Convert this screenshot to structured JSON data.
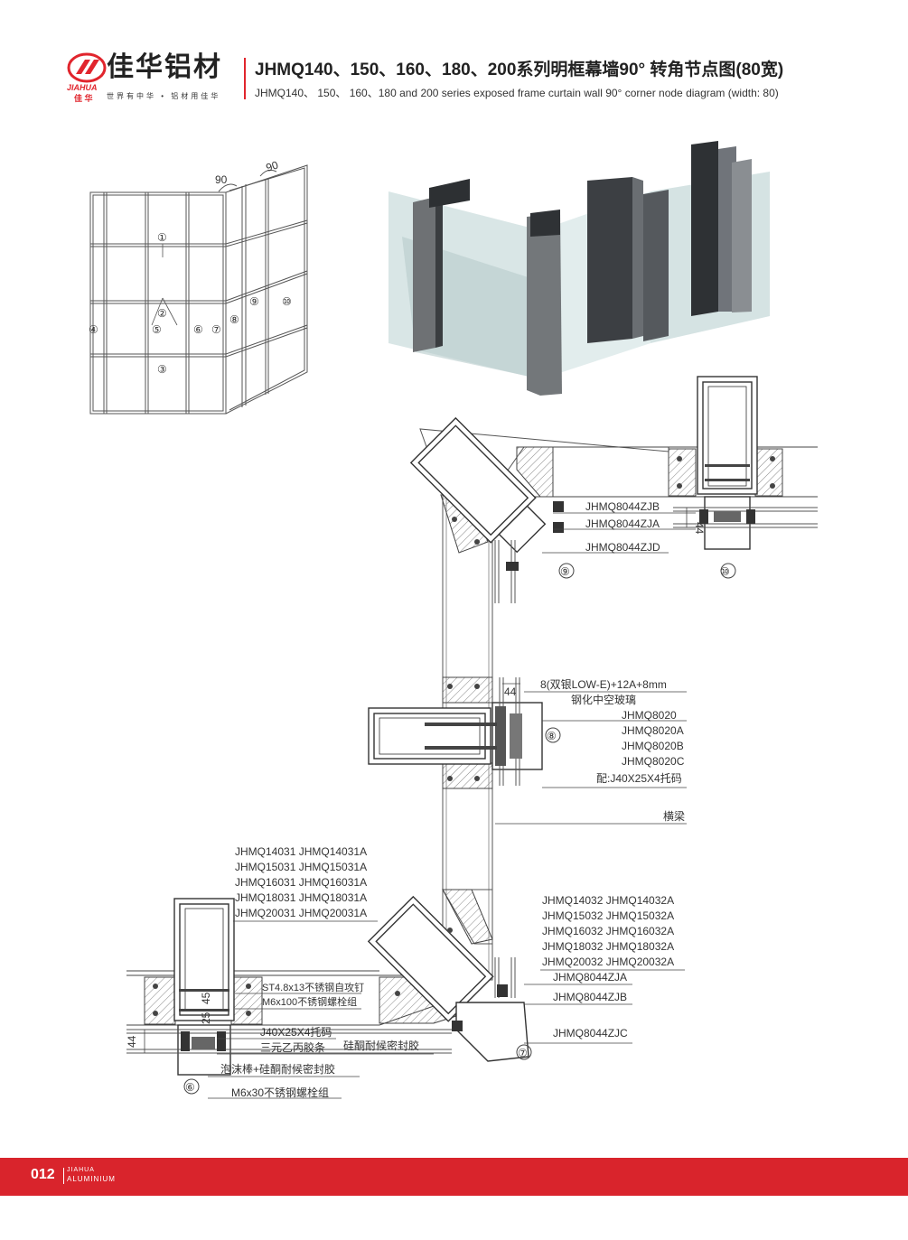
{
  "header": {
    "logo_cn": "佳华铝材",
    "logo_en": "JIAHUA",
    "logo_cn_small": "佳 华",
    "slogan": "世界有中华 • 铝材用佳华",
    "title_cn": "JHMQ140、150、160、180、200系列明框幕墙90° 转角节点图(80宽)",
    "title_en": "JHMQ140、 150、 160、180 and 200 series exposed frame curtain wall 90°   corner node diagram (width: 80)"
  },
  "elevation": {
    "angle_labels": [
      "90",
      "90"
    ],
    "markers": [
      "①",
      "②",
      "③",
      "④",
      "⑤",
      "⑥",
      "⑦",
      "⑧",
      "⑨",
      "⑩"
    ]
  },
  "detail_labels": {
    "zjb_top": "JHMQ8044ZJB",
    "zja_top": "JHMQ8044ZJA",
    "zjd_top": "JHMQ8044ZJD",
    "dim_44_top": "44",
    "glass_spec": "8(双银LOW-E)+12A+8mm",
    "glass_type": "钢化中空玻璃",
    "jhmq8020": "JHMQ8020",
    "jhmq8020a": "JHMQ8020A",
    "jhmq8020b": "JHMQ8020B",
    "jhmq8020c": "JHMQ8020C",
    "tuoma_spec": "配:J40X25X4托码",
    "beam": "横梁",
    "dim_44_mid": "44",
    "left_list": [
      "JHMQ14031 JHMQ14031A",
      "JHMQ15031 JHMQ15031A",
      "JHMQ16031 JHMQ16031A",
      "JHMQ18031 JHMQ18031A",
      "JHMQ20031 JHMQ20031A"
    ],
    "right_list": [
      "JHMQ14032 JHMQ14032A",
      "JHMQ15032 JHMQ15032A",
      "JHMQ16032 JHMQ16032A",
      "JHMQ18032 JHMQ18032A",
      "JHMQ20032 JHMQ20032A"
    ],
    "zja_bottom": "JHMQ8044ZJA",
    "zjb_bottom": "JHMQ8044ZJB",
    "zjc_bottom": "JHMQ8044ZJC",
    "screw": "ST4.8x13不锈钢自攻钉",
    "bolt100": "M6x100不锈钢螺栓组",
    "bracket": "J40X25X4托码",
    "epdm": "三元乙丙胶条",
    "silicone": "硅酮耐候密封胶",
    "foam": "泡沫棒+硅酮耐候密封胶",
    "bolt30": "M6x30不锈钢螺栓组",
    "dim_44_bottom": "44",
    "dim_45": "45",
    "dim_25": "25"
  },
  "footer": {
    "page_number": "012",
    "brand_line1": "JIAHUA",
    "brand_line2": "ALUMINIUM"
  },
  "colors": {
    "accent": "#e1252d",
    "footer": "#d9242c"
  }
}
